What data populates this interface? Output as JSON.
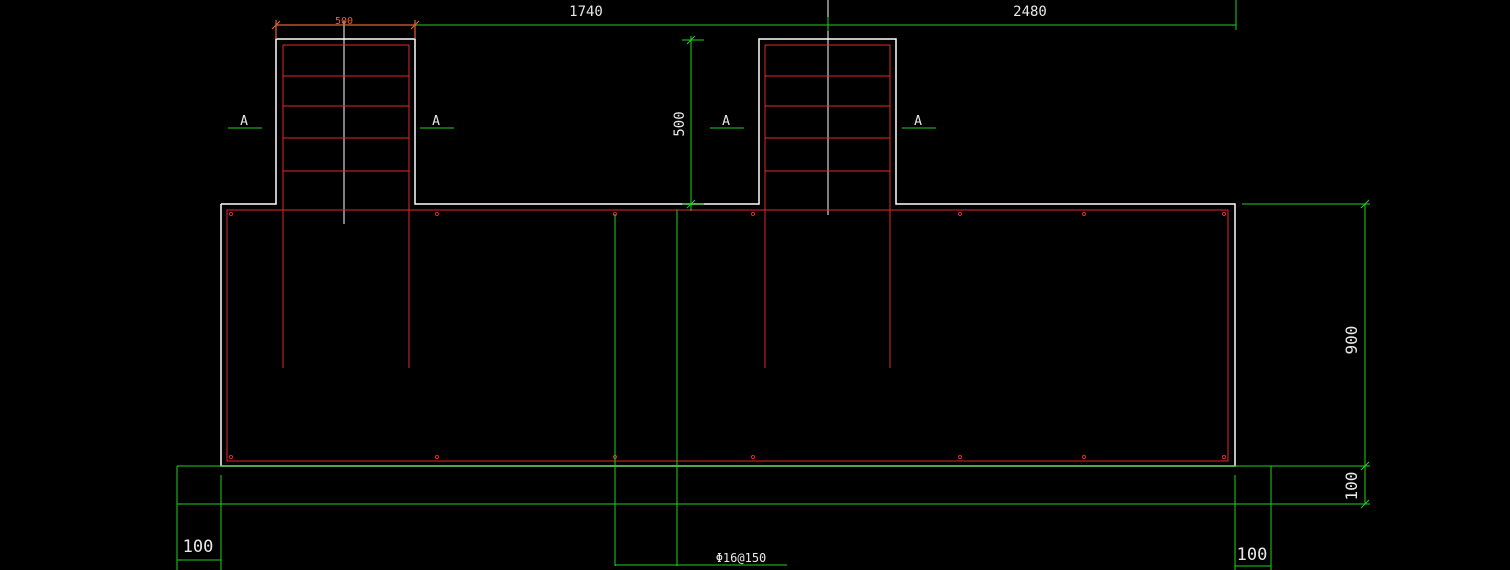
{
  "colors": {
    "background": "#000000",
    "outline": "#ffffff",
    "rebar": "#e0282c",
    "dimension": "#1fd21f",
    "top_dim_small": "#e0603a"
  },
  "dimensions": {
    "top_width_500": "500",
    "span_1740": "1740",
    "span_2480": "2480",
    "pier_height_500": "500",
    "wall_height_900": "900",
    "bottom_cover_100": "100",
    "left_cover_100": "100",
    "right_cover_100": "100"
  },
  "section_marks": {
    "left_pier_left": "A",
    "left_pier_right": "A",
    "right_pier_left": "A",
    "right_pier_right": "A"
  },
  "rebar_callout": "Φ16@150"
}
